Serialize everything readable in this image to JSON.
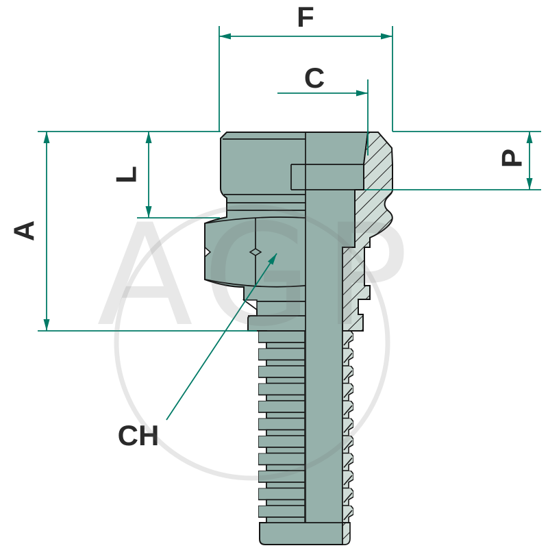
{
  "drawing": {
    "title": "hydraulic hose fitting cross-section drawing",
    "dimension_labels": {
      "F": "F",
      "C": "C",
      "P": "P",
      "L": "L",
      "A": "A",
      "CH": "CH"
    },
    "watermark_text": "AGP",
    "colors": {
      "dimension_line": "#007a66",
      "body_fill": "#96b1ab",
      "section_fill": "#cfdcd7",
      "outline": "#141414",
      "label_text": "#2a2a2a",
      "watermark": "#6e6e6e",
      "background": "#ffffff"
    }
  }
}
